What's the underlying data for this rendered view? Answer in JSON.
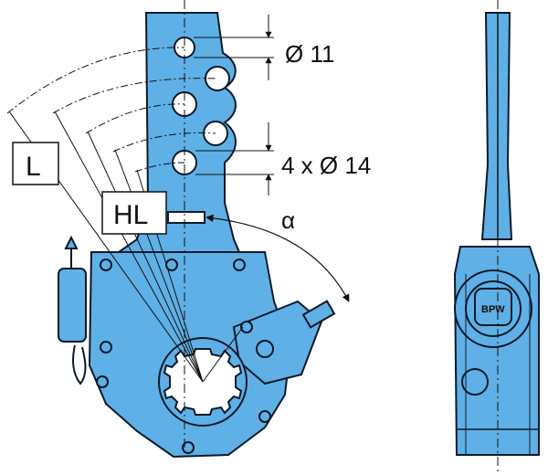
{
  "labels": {
    "hole_small": "Ø 11",
    "hole_large": "4 x Ø 14",
    "lever_length": "L",
    "hole_lever": "HL",
    "angle": "α",
    "brand_logo": "BPW"
  },
  "colors": {
    "body_fill": "#5fb0e6",
    "body_stroke": "#0b1a2a",
    "hole_fill": "#ffffff",
    "label_box": "#ffffff"
  }
}
